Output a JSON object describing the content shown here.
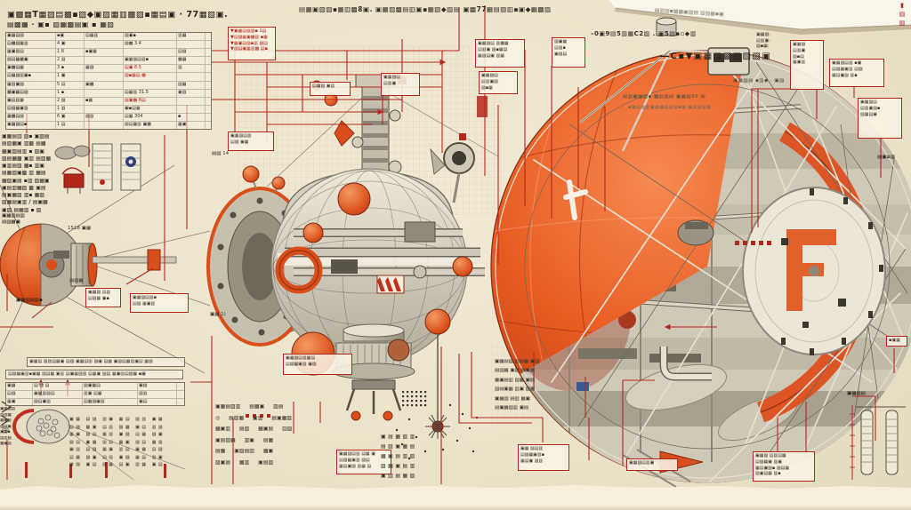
{
  "page": {
    "background": "#ece3cb",
    "accent_red": "#b3281c",
    "hull_orange": "#e2571f",
    "ink": "#35302a"
  },
  "headline": {
    "line1": "▣▩▦T▦▨▤▩▪▧◆▣▨▦▥▩▨▪▦▤▣ · 77▦▧▣.",
    "line2": "▤▩▦ · ▣▪  ▨▦▩▤▣ ▪ ▦▨"
  },
  "topline": "▤▦▣▧▨▪▦▥▩8▣.  ▣▦▨▩▤▥▣▪▦▧◆▨▤  ▣▩77▦▤▨▥▪▣◆▦▩▨",
  "fold": {
    "text": "▤▥▨▪▦▩▣▧▤ ▥▨▦▪▣",
    "line2": "–0▣9▤5▥▦C2▨ . ▣5▤▪▫◆▥"
  },
  "right_heading": "―C▪▼▣▦▤▩▥▨▧▣",
  "right_sub": [
    "▣▦▨▤ ▪▥◆ · ▣▨",
    "▤▥▣▦▨▪ ▩▥▨▤ ▣▦▨95 ▤",
    "▪▦▤▨▥▣▦▩▤▨▥▪▦ ▣▤▨▥▦"
  ],
  "vertical_edge_text": "▮▤▨",
  "sphere_markings": {
    "port_mark": "F"
  },
  "spec_table": {
    "rows": [
      [
        "▣▦▤▨",
        "▪▣",
        "▤▦▥",
        "▨▣▪",
        "▥▦"
      ],
      [
        "▤▩▨▦▥",
        "4 ▣",
        "",
        "▨▩ 3.4",
        ""
      ],
      [
        "▦▣▥▤",
        "1 8",
        "▪▣▦",
        "",
        "▤▨"
      ],
      [
        "▨▤▦▩▣",
        "2 ▥",
        "",
        "▣▦▨▤▥▪",
        "▩▦"
      ],
      [
        "▣▩▤▦",
        "3 ▪",
        "▦▨",
        "▤▣ 8.5",
        "▥"
      ],
      [
        "▤▦▨▥▣▪",
        "1 ▣",
        "",
        "▨▪▦▤ ▩",
        ""
      ],
      [
        "▦▥▣▨",
        "5 ▤",
        "▣▩",
        "",
        "▨▦"
      ],
      [
        "▩▣▦▤▨",
        "1 ▪",
        "",
        "▤▦▥ 31.5",
        "▣▥"
      ],
      [
        "▣▤▥▦",
        "2 ▨",
        "▪▦",
        "▨▣▩ 8▤",
        ""
      ],
      [
        "▤▨▦▣▥",
        "1 ▥",
        "",
        "▣▪▤▦",
        ""
      ],
      [
        "▦▩▤▨",
        "6 ▣",
        "▨▥",
        "▤▦ 304",
        "▪"
      ],
      [
        "▣▦▨▤▪",
        "1 ▤",
        "",
        "▨▤▦▥ ▣▩",
        "▦▣"
      ]
    ]
  },
  "left_table_rows": [
    "▣▦▤▥ ▨▪ ▣▨▤",
    "▤▨▦▣ ▥▩ ▤▦",
    "▦▣▨▤▥ ▪ ▨▣",
    "▨▤▦▩ ▣▥ ▤▨▦",
    "▣▥▤▨ ▦▪ ▥▣",
    "▤▦▨▣▩ ▥ ▦▤",
    "▦▨▣▤ ▪▥ ▨▦▣",
    "▣▤▥▦▨ ▩ ▣▤",
    "▤▣▦▨ ▥▪ ▦▨",
    "▨▦▤▣▥ / ▤▣▦",
    "▣▨ ▤▦▥ ▪ ▨"
  ],
  "labels": {
    "b1": [
      "▼▣▦▤▨▥▪ 1▤",
      "▼▤▨▦▣▩▥ ▪▦",
      "▼▦▣▤▨▪▥ ▨▤",
      "▼▨▤▣▦▥▩ ▤▪"
    ],
    "b2": [
      "▣▦▨▤ ▥▩▦",
      "▤▥▣ ▨▪▦▤",
      "▦▨▤▣ ▥▦"
    ],
    "b3": [
      "▨▣▦",
      "▤▥▪",
      "▣▨▤"
    ],
    "b4": [
      "▣▦▨",
      "▤▥▣",
      "▨▪▤",
      "▦▣▥"
    ],
    "b5": [
      "▣▦▨▤▥ ▪▣",
      "▤▨▦▣▥ ▤▨",
      "▦▤▣▨ ▥▪"
    ],
    "b6": [
      "▣▦▨▤",
      "▤▥▣▨▪",
      "▨▦▤▣"
    ],
    "b10": [
      "▣▦▨▤",
      "▤▥▣"
    ],
    "b11": [
      "▤▦▨ ▣▥"
    ],
    "b12": [
      "▣▦▨▤▥",
      "▤▨ ▣▦"
    ],
    "b13": [
      "▣▦▨ ▤▥",
      "▤▨▦ ▣▪"
    ],
    "b15": [
      "▣▦▨▤▥ ▤▦ ▣",
      "▤▨▦▣▥ ▨▤",
      "▦▤▣▨ ▥▦ ▤"
    ],
    "b16": [
      "▣▦ ▨▤▥",
      "▤▨▦▣▥▪",
      "▦▤▣ ▨▥"
    ],
    "b17": [
      "▣▦▨▤▥▣"
    ],
    "b18": [
      "▣▦▨ ▤▥▤▦",
      "▤▨▦▣ ▥▣",
      "▦▤▣▨▪ ▨▤▦",
      "▨▣▤▦ ▥▪"
    ],
    "b20": [
      "▪▣▦"
    ],
    "b21": [
      "▣▦▨▤▥▦▤",
      "▤▨▦▣▥ ▣▨"
    ],
    "b22": [
      "▣▦▨▤▥▪",
      "▤▨ ▦▣▥"
    ],
    "b23": [
      "▣▦▨▤",
      "▤▥▣▨",
      "▨▪▦"
    ]
  },
  "floats": {
    "t1": [
      "▣▦▨▤▥",
      "▤▨▦▣"
    ],
    "t2": "1518 ▣▦",
    "t3": "▤▨▦",
    "t4": "▣▦▨▤▥▪",
    "t5": "▤▨ 14",
    "t6": "▣▦ 1)",
    "t7": [
      "▣▦▨:",
      "▤▥▣:",
      "▨▪▦:"
    ],
    "t8": "▣▦▨▤",
    "t9": "▤▣≡▥",
    "corner_mark": "◎"
  },
  "bottom_left": {
    "bar1": "▣▦▤ ▨▥▤▦▣ ▤▨ ▣▦▤▥ ▨▣ ▤▦ ▣▨▤▦▥▣▤ ▦▨",
    "bar2": "▤▨▦▣▥▪▣▦ ▨▤▦ ▣▥ ▤▣▦▨▥ ▤▦▣ ▨▤ ▦▣▥▤▨▦ ▪▣",
    "col_rows": [
      "▣▦▨▤",
      "▤▨▦",
      "▦▣▥",
      "▨▤▣",
      "▣▦▪",
      "▤▥▨",
      "▦▣▤"
    ],
    "table": [
      [
        "▣▦",
        "▤ ▥ ▤",
        "▨▣▦▤",
        "▣▨"
      ],
      [
        "▤▨",
        "▣▦▥▨▤",
        "▥▣ ▤▦",
        "▨▥"
      ],
      [
        "▦▣",
        "▨▤▣▥",
        "▤▦▨▣▥",
        "▣▤"
      ]
    ],
    "grid_rows": [
      "▣▦ ▤▨ ▥▣ ▦▤ ▨▥ ▣▦",
      "▤▨ ▦▣ ▤▥ ▨▦ ▣▤ ▥▨",
      "▦▣ ▨▤ ▦▥ ▣▨ ▤▦ ▨▣",
      "▨▤ ▣▦ ▥▤ ▦▣ ▨▤ ▦▥",
      "▣▥ ▤▨ ▦▣ ▥▤ ▣▦ ▤▨",
      "▤▦ ▨▣ ▤▥ ▣▨ ▦▤ ▥▣",
      "▦▨ ▣▤ ▨▦ ▤▣ ▥▦ ▣▤"
    ]
  },
  "bottom_center_rows": [
    "▣▦▤▨▥ ▤▦▣ ▨▤",
    "◎ ▤▨▦ ▣▥ ▤▣▦▨",
    "▦▣▥ ▤▨ ▦▣▤ ▥▨",
    "▣▤▨▦ ▥▣ ▤▦",
    "▤▦ ▣▨▤▥ ▦▣",
    "▨▣▤ ▦▥ ▣▤▨"
  ],
  "bottom_mid_rows": [
    "▣▤▦▨▥",
    "▤▨▣▦▤",
    "▦▣▤▥▨",
    "▨▦▣▤▥",
    "▣▥▤▦▨"
  ],
  "right_center_rows": [
    "▣▦▤▨ ▥▤▦ ▣▨",
    "▤▨▦ ▣▥ ▤▣▦",
    "▦▣▤▥ ▨▦ ▣▤",
    "▨▤▣▦ ▥▣ ▨▦",
    "▣▦▨ ▤▥ ▦▣",
    "▤▣▦▨▥ ▣▤"
  ]
}
